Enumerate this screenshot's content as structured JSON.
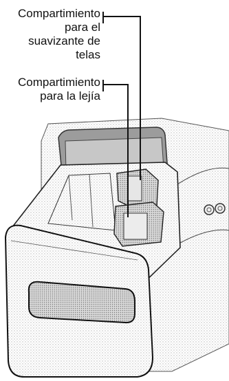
{
  "callouts": [
    {
      "id": "softener-compartment",
      "lines": [
        "Compartimiento",
        "para el",
        "suavizante de",
        "telas"
      ]
    },
    {
      "id": "bleach-compartment",
      "lines": [
        "Compartimiento",
        "para la lejía"
      ]
    }
  ],
  "illustration": {
    "subject": "detergent-dispenser-drawer",
    "fill_color": "#dcdcdc",
    "stroke_color": "#222222"
  }
}
